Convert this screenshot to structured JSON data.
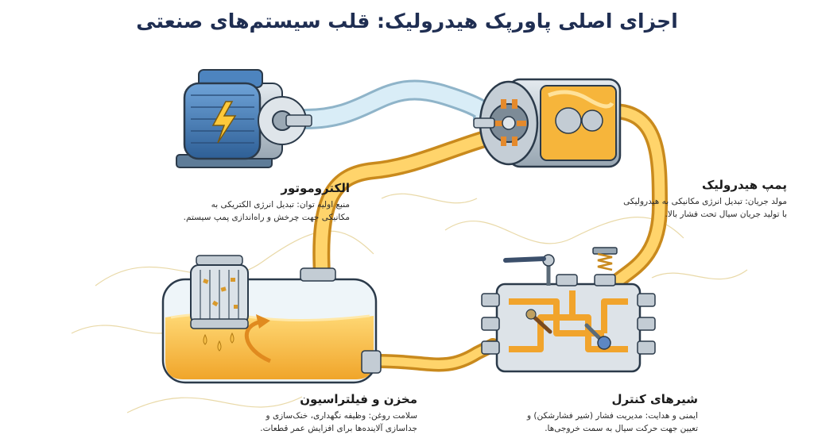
{
  "title": "اجزای اصلی پاورپک هیدرولیک: قلب سیستم‌های صنعتی",
  "components": {
    "motor": {
      "title": "الکتروموتور",
      "line1": "منبع اولیه توان: تبدیل انرژی الکتریکی به",
      "line2": "مکانیکی جهت چرخش و راه‌اندازی پمپ سیستم."
    },
    "pump": {
      "title": "پمپ هیدرولیک",
      "line1": "مولد جریان: تبدیل انرژی مکانیکی به هیدرولیکی",
      "line2": "با تولید جریان سیال تحت فشار بالا."
    },
    "tank": {
      "title": "مخزن و فیلتراسیون",
      "line1": "سلامت روغن: وظیفه نگهداری، خنک‌سازی و",
      "line2": "جداسازی آلاینده‌ها برای افزایش عمر قطعات."
    },
    "valves": {
      "title": "شیرهای کنترل",
      "line1": "ایمنی و هدایت: مدیریت فشار (شیر فشارشکن) و",
      "line2": "تعیین جهت حرکت سیال به سمت خروجی‌ها."
    }
  },
  "colors": {
    "oil": "#f5b73a",
    "oil_light": "#ffd976",
    "motor_blue": "#3f78b5",
    "steel": "#b9c3cc",
    "outline": "#2b3a4a",
    "cool_pipe": "#cfe6f3",
    "title": "#1f2e52"
  }
}
